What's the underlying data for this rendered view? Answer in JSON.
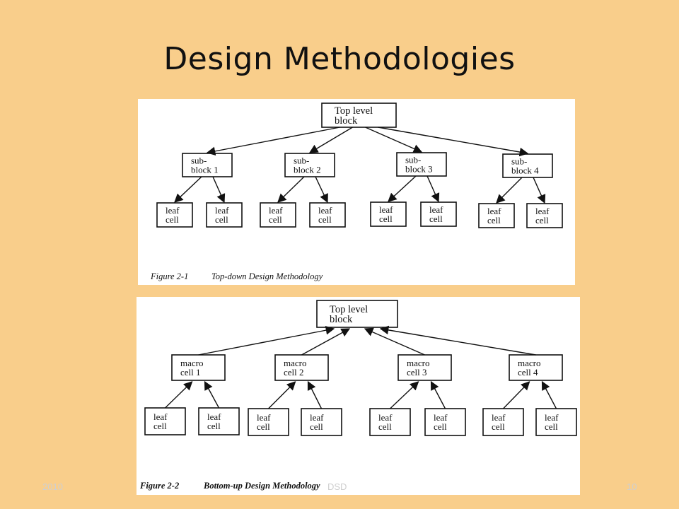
{
  "slide": {
    "title": "Design Methodologies",
    "footer_left": "2010",
    "footer_center": "DSD",
    "footer_right": "10"
  },
  "figure1": {
    "root": [
      "Top level",
      "block"
    ],
    "mid": [
      [
        "sub-",
        "block 1"
      ],
      [
        "sub-",
        "block 2"
      ],
      [
        "sub-",
        "block 3"
      ],
      [
        "sub-",
        "block 4"
      ]
    ],
    "leaf": [
      "leaf",
      "cell"
    ],
    "caption_number": "Figure 2-1",
    "caption_text": "Top-down Design Methodology"
  },
  "figure2": {
    "root": [
      "Top level",
      "block"
    ],
    "mid": [
      [
        "macro",
        "cell 1"
      ],
      [
        "macro",
        "cell 2"
      ],
      [
        "macro",
        "cell 3"
      ],
      [
        "macro",
        "cell 4"
      ]
    ],
    "leaf": [
      "leaf",
      "cell"
    ],
    "caption_number": "Figure 2-2",
    "caption_text": "Bottom-up Design Methodology"
  }
}
